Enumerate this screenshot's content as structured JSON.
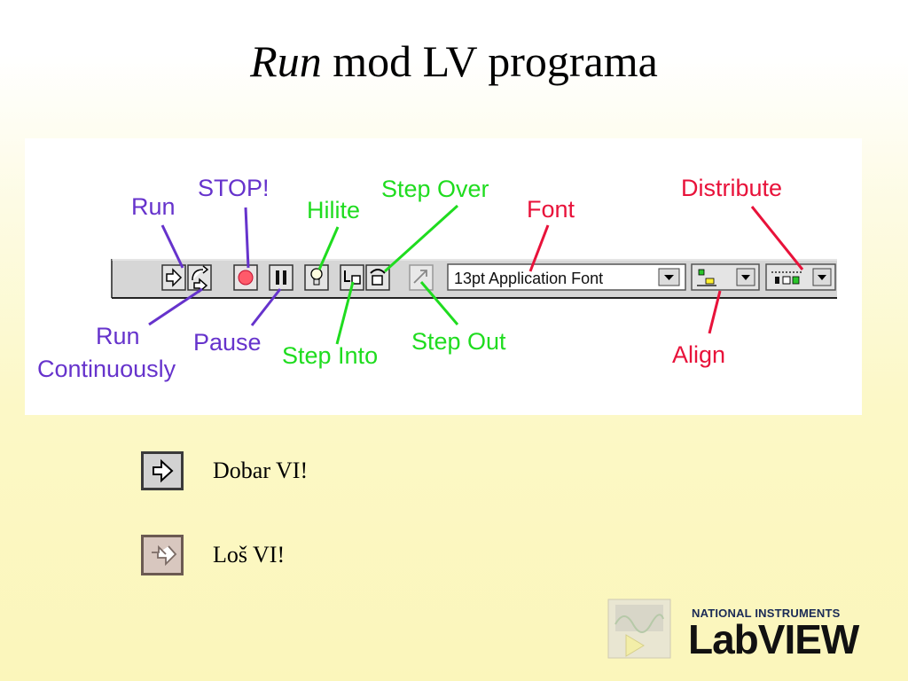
{
  "title": {
    "italic": "Run",
    "rest": " mod LV programa"
  },
  "toolbar": {
    "font_select_value": "13pt Application Font"
  },
  "callouts": {
    "run": "Run",
    "stop": "STOP!",
    "hilite": "Hilite",
    "step_over": "Step Over",
    "font": "Font",
    "distribute": "Distribute",
    "run_cont_1": "Run",
    "run_cont_2": "Continuously",
    "pause": "Pause",
    "step_into": "Step Into",
    "step_out": "Step Out",
    "align": "Align"
  },
  "colors": {
    "purple": "#6633cc",
    "green": "#1fdc1f",
    "red": "#e8123a"
  },
  "legend": [
    {
      "icon": "run-arrow-icon",
      "label": "Dobar VI!"
    },
    {
      "icon": "broken-run-arrow-icon",
      "label": "Loš VI!"
    }
  ],
  "logo": {
    "brand": "NATIONAL INSTRUMENTS",
    "product": "LabVIEW"
  }
}
